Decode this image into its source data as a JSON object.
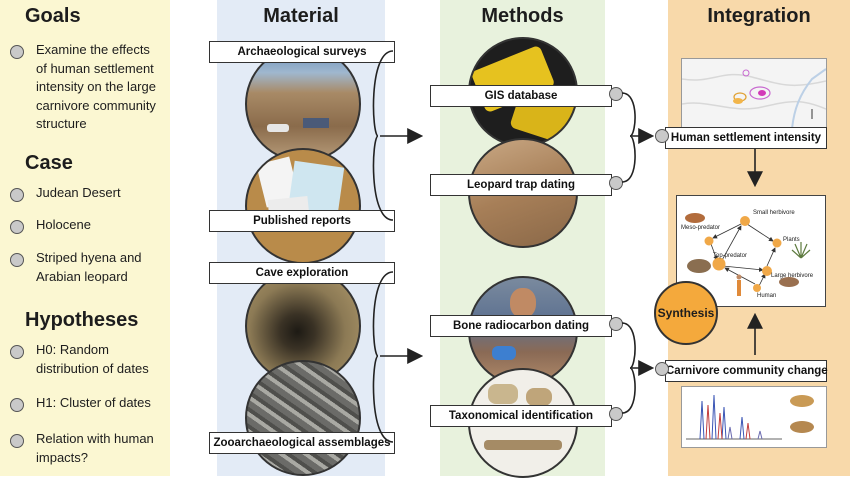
{
  "goals": {
    "title": "Goals",
    "items": [
      "Examine the effects of human settlement intensity on the large carnivore community structure"
    ]
  },
  "case": {
    "title": "Case",
    "items": [
      "Judean Desert",
      "Holocene",
      "Striped hyena and Arabian leopard"
    ]
  },
  "hypotheses": {
    "title": "Hypotheses",
    "items": [
      "H0: Random distribution of dates",
      "H1: Cluster of dates",
      "Relation with human impacts?"
    ]
  },
  "material": {
    "title": "Material",
    "labels": [
      "Archaeological surveys",
      "Published reports",
      "Cave exploration",
      "Zooarchaeological assemblages"
    ]
  },
  "methods": {
    "title": "Methods",
    "labels": [
      "GIS database",
      "Leopard trap dating",
      "Bone radiocarbon dating",
      "Taxonomical identification"
    ]
  },
  "integration": {
    "title": "Integration",
    "labels": [
      "Human settlement intensity",
      "Carnivore community change"
    ],
    "synthesis": "Synthesis",
    "network_nodes": [
      "Small herbivore",
      "Meso-predator",
      "Plants",
      "Top-predator",
      "Large herbivore",
      "Human"
    ]
  },
  "colors": {
    "goals_bg": "#fbf7d2",
    "material_bg": "#e3ebf6",
    "methods_bg": "#e8f2dd",
    "integration_bg": "#f8d9aa",
    "synthesis_fill": "#f4a93c",
    "node_fill": "#f0a848"
  }
}
